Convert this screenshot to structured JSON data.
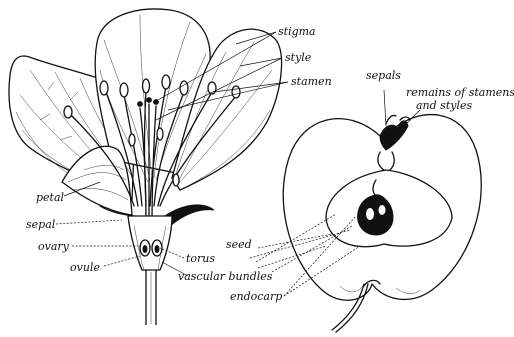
{
  "diagram": {
    "flower_labels": {
      "stigma": "stigma",
      "style": "style",
      "stamen": "stamen",
      "petal": "petal",
      "sepal": "sepal",
      "ovary": "ovary",
      "ovule": "ovule"
    },
    "shared_labels": {
      "torus": "torus",
      "vascular_bundles": "vascular bundles",
      "seed": "seed",
      "endocarp": "endocarp"
    },
    "fruit_labels": {
      "sepals": "sepals",
      "remains_line1": "remains of stamens",
      "remains_line2": "and styles"
    }
  }
}
